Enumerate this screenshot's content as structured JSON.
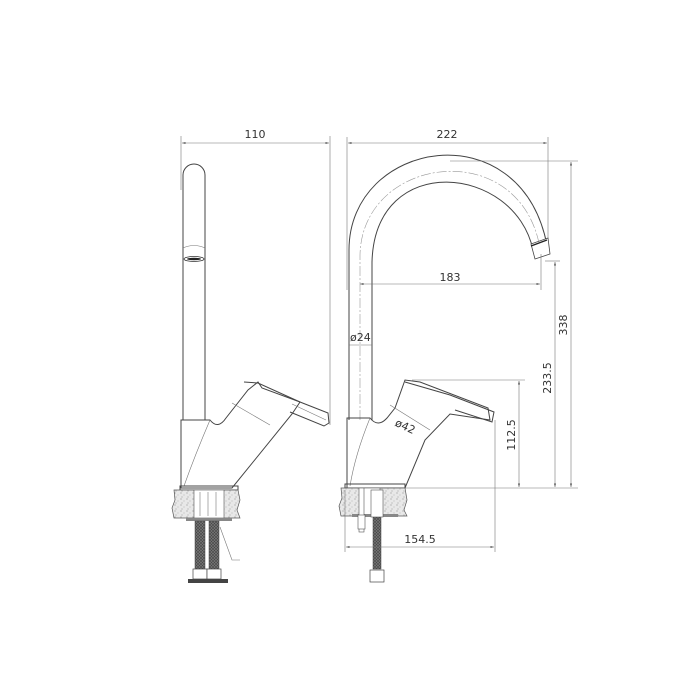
{
  "drawing": {
    "title": "Single-lever swivel spout kitchen faucet — technical dimension drawing",
    "views": [
      "side-view",
      "front-view"
    ],
    "units": "mm"
  },
  "dimensions": {
    "side_width": "110",
    "front_width": "222",
    "spout_reach": "183",
    "spout_diameter": "ø24",
    "body_diameter": "ø42",
    "total_height": "338",
    "spout_outlet_height": "233.5",
    "lever_height": "112.5",
    "base_depth": "154.5"
  },
  "colors": {
    "outline": "#444444",
    "dimension_line": "#777777",
    "text": "#333333",
    "hose_fill": "#666666",
    "countertop_fill": "#dddddd"
  }
}
